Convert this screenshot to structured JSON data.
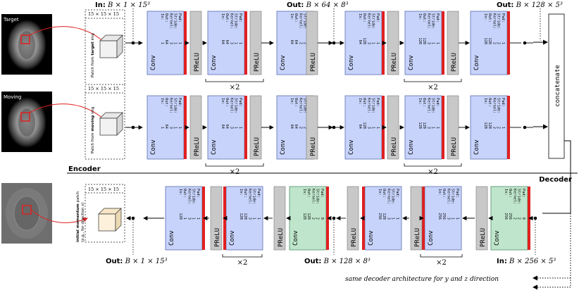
{
  "colors": {
    "conv_fill": "#c7d3fb",
    "conv_stroke": "#5a6fb0",
    "prelu_fill": "#c8c8c8",
    "dec_conv_fill": "#bfe6cc",
    "dec_conv_stroke": "#4f8f68",
    "red_bar": "#e02020",
    "patch_fill_in": "#f2f2f2",
    "patch_fill_out": "#fdf1dc",
    "brain_highlight": "#e02020"
  },
  "labels": {
    "in_top": "In:",
    "in_top_shape": "B × 1 × 15³",
    "out_mid": "Out:",
    "out_mid_shape": "B × 64 × 8³",
    "out_right": "Out:",
    "out_right_shape": "B × 128 × 5³",
    "encoder": "Encoder",
    "decoder": "Decoder",
    "concatenate": "concatenate",
    "out_bottom_left": "Out:",
    "out_bottom_left_shape": "B × 1 × 15³",
    "out_bottom_mid": "Out:",
    "out_bottom_mid_shape": "B × 128 × 8³",
    "in_bottom_right": "In:",
    "in_bottom_right_shape": "B × 256 × 5³",
    "times2": "×2",
    "patch_size": "15 × 15 × 15",
    "patch_from_target_pre": "Patch from ",
    "patch_from_target_bold": "target",
    "patch_from_target_post": " img",
    "patch_from_moving_pre": "Patch from ",
    "patch_from_moving_bold": "moving",
    "patch_from_moving_post": " img",
    "initial_momentum_bold": "initial momentum",
    "initial_momentum_post": " patch",
    "direction_note": "(e.g., for direction x)",
    "same_decoder": "same decoder architecture for y and z direction",
    "target": "Target",
    "moving": "Moving",
    "conv": "Conv",
    "prelu": "PReLU"
  },
  "encoder_convs": [
    {
      "in": "1",
      "out": "64",
      "kernel": "3",
      "stride": "1",
      "pad": "1"
    },
    {
      "in": "64",
      "out": "64",
      "kernel": "3",
      "stride": "1",
      "pad": "1"
    },
    {
      "in": "64",
      "out": "64",
      "kernel": "2",
      "stride": "2",
      "pad": "1"
    },
    {
      "in": "64",
      "out": "128",
      "kernel": "3",
      "stride": "1",
      "pad": "1"
    },
    {
      "in": "128",
      "out": "128",
      "kernel": "3",
      "stride": "1",
      "pad": "1"
    },
    {
      "in": "128",
      "out": "128",
      "kernel": "2",
      "stride": "2",
      "pad": "1"
    }
  ],
  "decoder_convs": [
    {
      "in": "128",
      "out": "1",
      "kernel": "3",
      "stride": "1",
      "pad": "1"
    },
    {
      "in": "128",
      "out": "128",
      "kernel": "3",
      "stride": "1",
      "pad": "1"
    },
    {
      "in": "128",
      "out": "128",
      "kernel": "2",
      "stride": "2",
      "pad": "0"
    },
    {
      "in": "256",
      "out": "128",
      "kernel": "3",
      "stride": "1",
      "pad": "1"
    },
    {
      "in": "256",
      "out": "256",
      "kernel": "3",
      "stride": "1",
      "pad": "1"
    },
    {
      "in": "256",
      "out": "256",
      "kernel": "2",
      "stride": "2",
      "pad": "0"
    }
  ],
  "param_keys": [
    "In:",
    "Out:",
    "Kernel:",
    "Stride:",
    "Pad:"
  ]
}
